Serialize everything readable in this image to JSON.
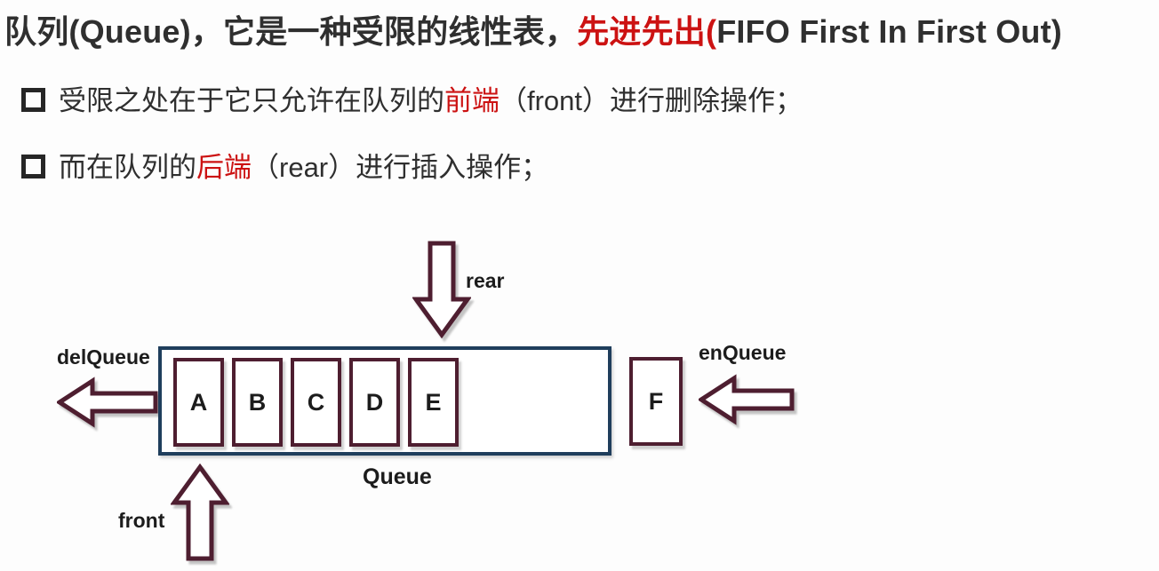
{
  "title": {
    "part1": "队列(Queue)，它是一种受限的线性表，",
    "part2": "先进先出(",
    "part3": "FIFO First In First Out)"
  },
  "bullets": [
    {
      "pre": "受限之处在于它只允许在队列的",
      "highlight": "前端",
      "post": "（front）进行删除操作；"
    },
    {
      "pre": "而在队列的",
      "highlight": "后端",
      "post": "（rear）进行插入操作；"
    }
  ],
  "diagram": {
    "cells": [
      "A",
      "B",
      "C",
      "D",
      "E"
    ],
    "incoming_cell": "F",
    "labels": {
      "rear": "rear",
      "delqueue": "delQueue",
      "enqueue": "enQueue",
      "front": "front",
      "queue": "Queue"
    }
  },
  "colors": {
    "accent_red": "#cc1212",
    "arrow_maroon": "#4e1e30",
    "queue_border_navy": "#1f3e5c",
    "text_dark": "#2f2f2f"
  }
}
